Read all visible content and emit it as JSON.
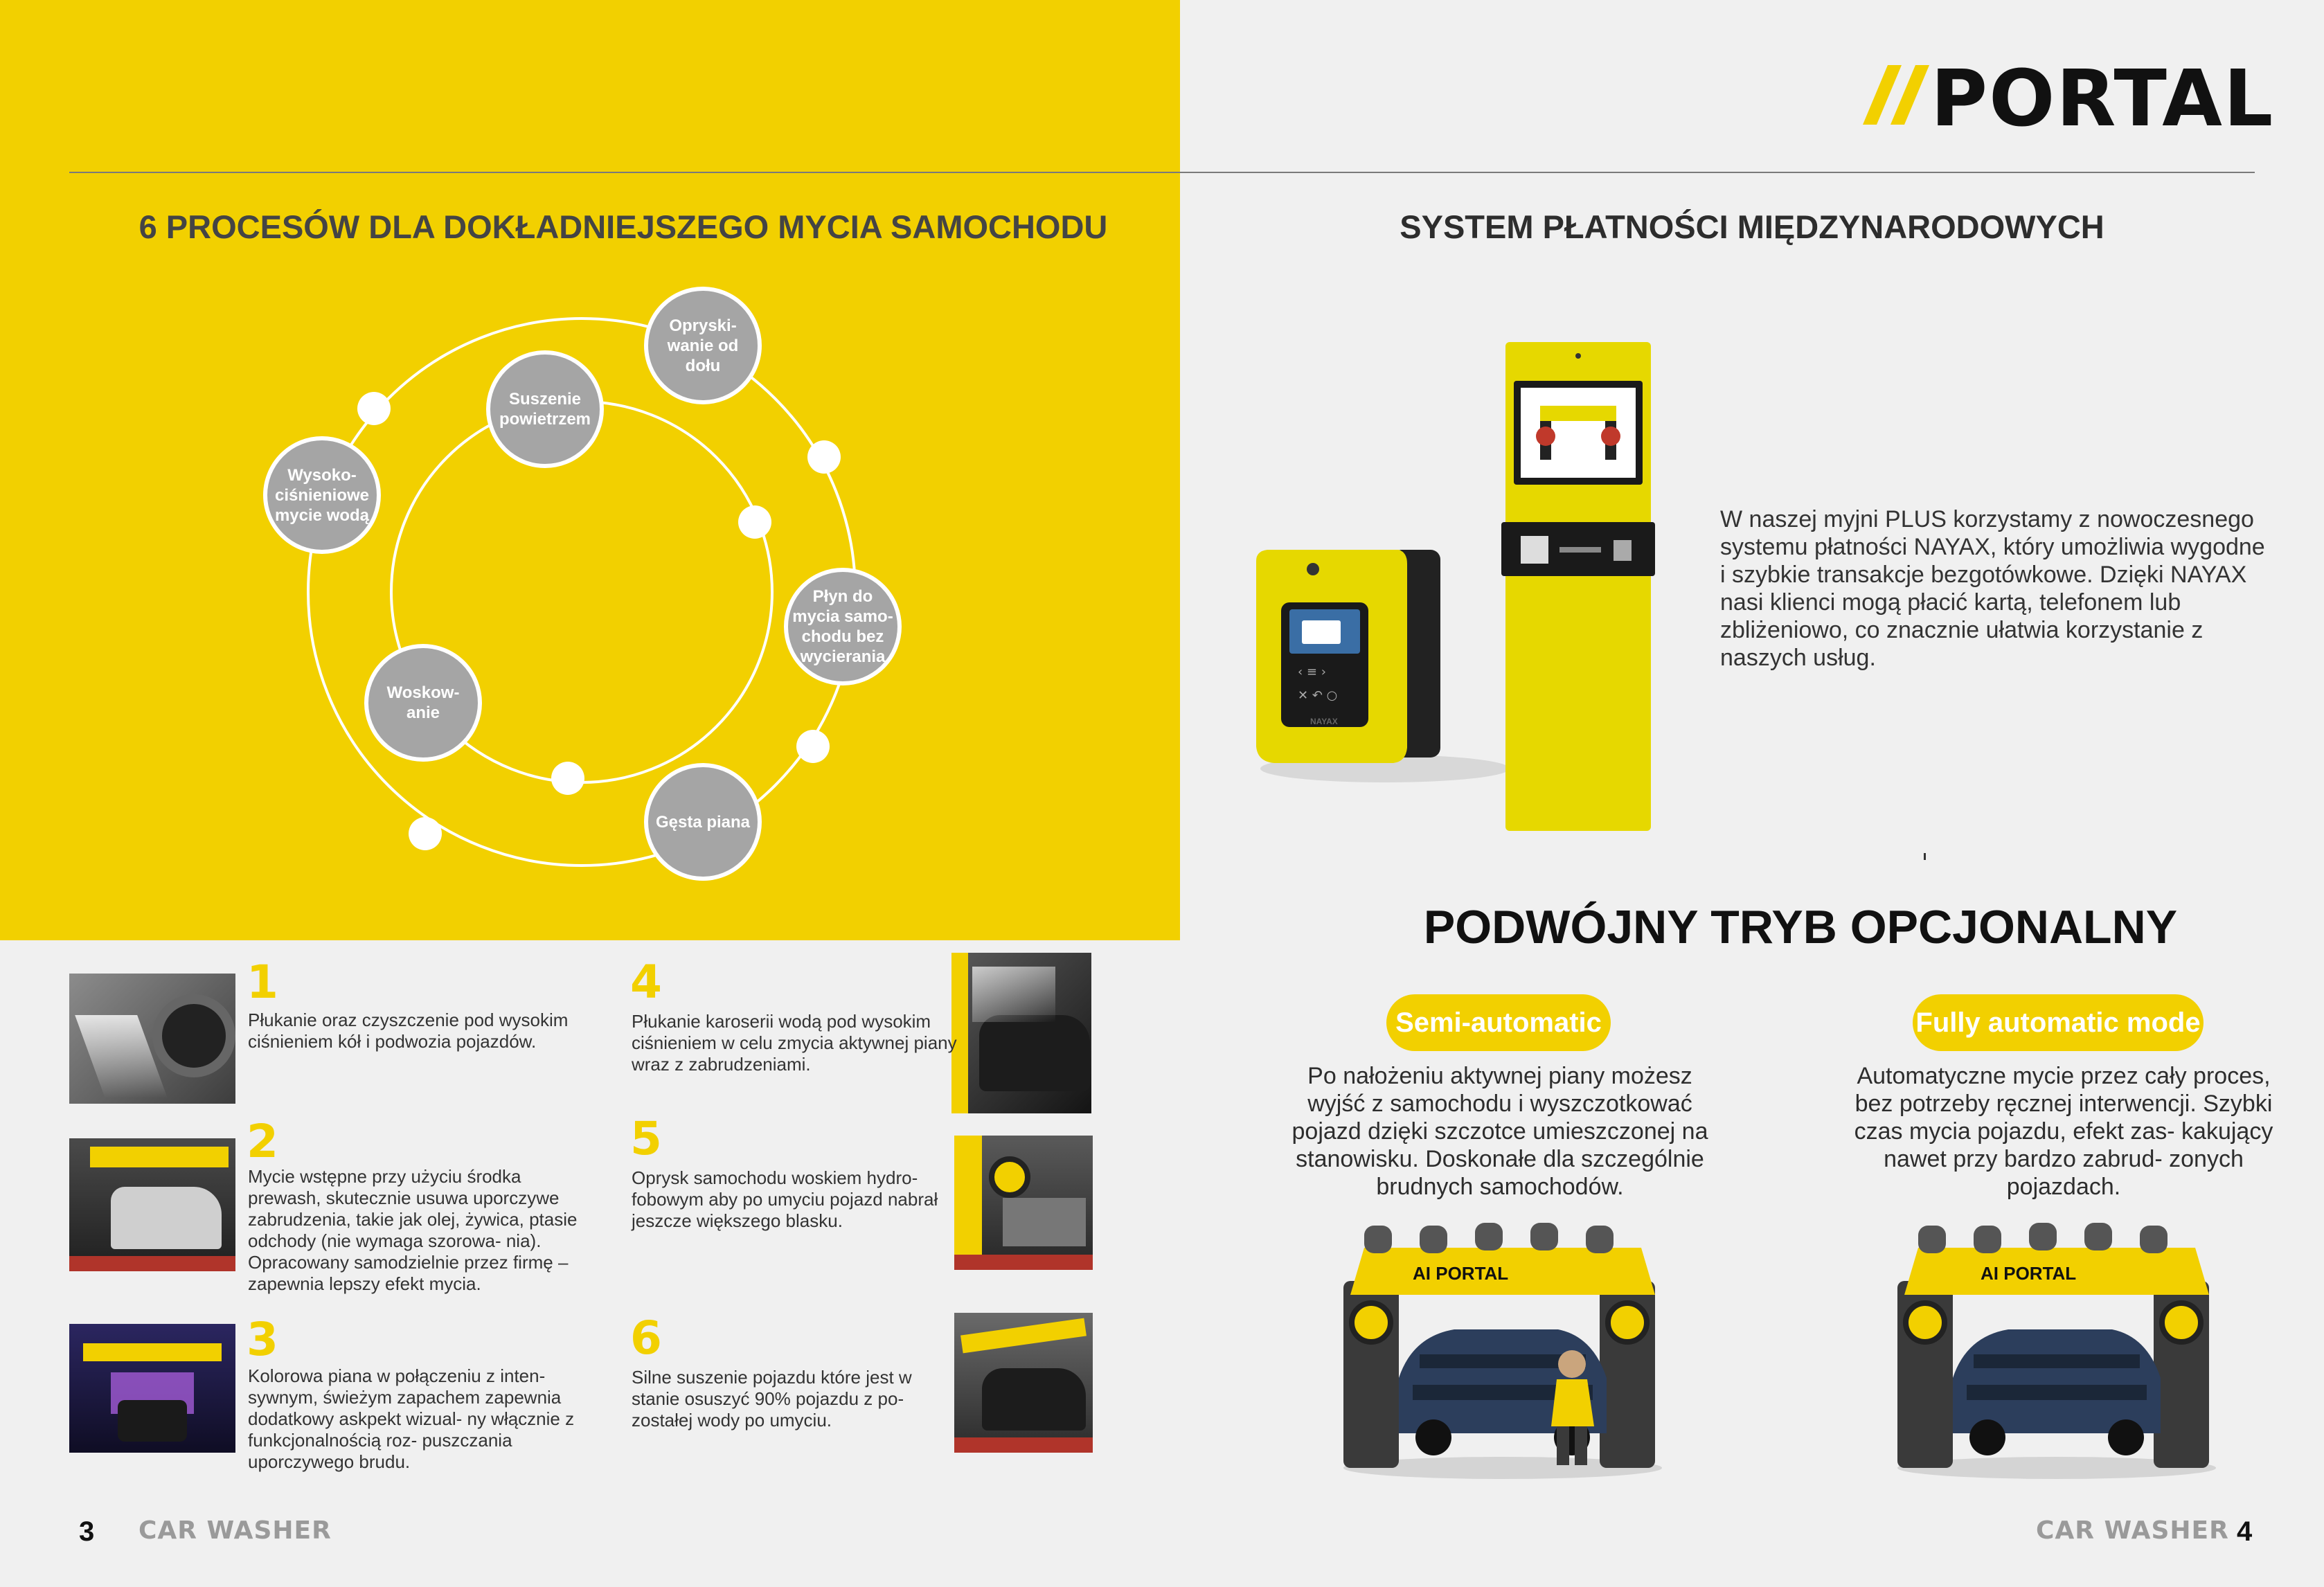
{
  "logo": {
    "text": "PORTAL"
  },
  "left": {
    "heading": "6 PROCESÓW DLA DOKŁADNIEJSZEGO MYCIA SAMOCHODU",
    "processes": [
      "Opryski- wanie od dołu",
      "Suszenie powietrzem",
      "Wysoko- ciśnieniowe mycie wodą",
      "Płyn do mycia samo- chodu bez wycierania",
      "Woskow- anie",
      "Gęsta piana"
    ],
    "steps": [
      {
        "num": "1",
        "text": "Płukanie oraz czyszczenie pod wysokim ciśnieniem kół i podwozia pojazdów."
      },
      {
        "num": "2",
        "text": "Mycie wstępne przy użyciu środka prewash, skutecznie usuwa uporczywe zabrudzenia, takie jak olej, żywica, ptasie odchody (nie wymaga szorowa- nia). Opracowany samodzielnie przez firmę – zapewnia lepszy efekt mycia."
      },
      {
        "num": "3",
        "text": "Kolorowa piana w połączeniu z inten- sywnym, świeżym zapachem zapewnia dodatkowy askpekt wizual- ny włącznie z funkcjonalnością roz- puszczania uporczywego brudu."
      },
      {
        "num": "4",
        "text": "Płukanie karoserii wodą pod wysokim ciśnieniem w celu zmycia aktywnej piany wraz z zabrudzeniami."
      },
      {
        "num": "5",
        "text": "Oprysk samochodu woskiem hydro- fobowym aby po umyciu pojazd nabrał jeszcze większego blasku."
      },
      {
        "num": "6",
        "text": "Silne suszenie pojazdu które jest w stanie osuszyć 90% pojazdu z po- zostałej wody po umyciu."
      }
    ],
    "footer": {
      "page": "3",
      "label": "CAR WASHER"
    }
  },
  "right": {
    "heading": "SYSTEM PŁATNOŚCI MIĘDZYNARODOWYCH",
    "nayax_text": "W naszej myjni PLUS korzystamy z nowoczesnego systemu płatności NAYAX, który umożliwia wygodne i szybkie transakcje bezgotówkowe. Dzięki NAYAX nasi klienci mogą płacić kartą, telefonem lub zbliżeniowo, co znacznie ułatwia korzystanie z naszych usług.",
    "device_brand": "NAYAX",
    "dual_heading": "PODWÓJNY TRYB OPCJONALNY",
    "modes": [
      {
        "label": "Semi-automatic",
        "text": "Po nałożeniu aktywnej piany możesz wyjść z samochodu i wyszczotkować pojazd dzięki szczotce umieszczonej na stanowisku. Doskonałe dla szczególnie brudnych samochodów.",
        "machine_label": "AI PORTAL"
      },
      {
        "label": "Fully automatic mode",
        "text": "Automatyczne mycie przez cały proces, bez potrzeby ręcznej interwencji. Szybki czas mycia pojazdu, efekt zas- kakujący nawet przy bardzo zabrud- zonych pojazdach.",
        "machine_label": "AI PORTAL"
      }
    ],
    "footer": {
      "page": "4",
      "label": "CAR WASHER"
    }
  },
  "colors": {
    "brand_yellow": "#f2d000",
    "process_grey": "#a5a5a5",
    "page_bg": "#f0f0f0"
  }
}
